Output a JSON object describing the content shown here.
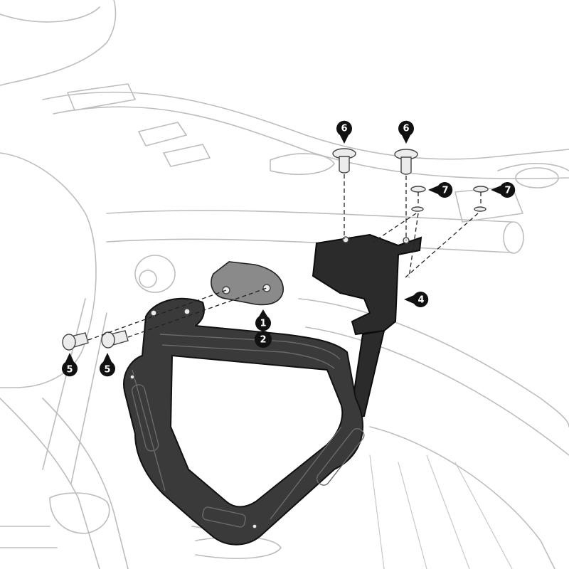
{
  "callouts": [
    {
      "id": "c1",
      "label": "1"
    },
    {
      "id": "c2",
      "label": "2"
    },
    {
      "id": "c4",
      "label": "4"
    },
    {
      "id": "c5a",
      "label": "5"
    },
    {
      "id": "c5b",
      "label": "5"
    },
    {
      "id": "c6a",
      "label": "6"
    },
    {
      "id": "c6b",
      "label": "6"
    },
    {
      "id": "c7a",
      "label": "7"
    },
    {
      "id": "c7b",
      "label": "7"
    }
  ],
  "colors": {
    "outline": "#bdbdbd",
    "part": "#3a3a3a",
    "callout": "#111111"
  }
}
